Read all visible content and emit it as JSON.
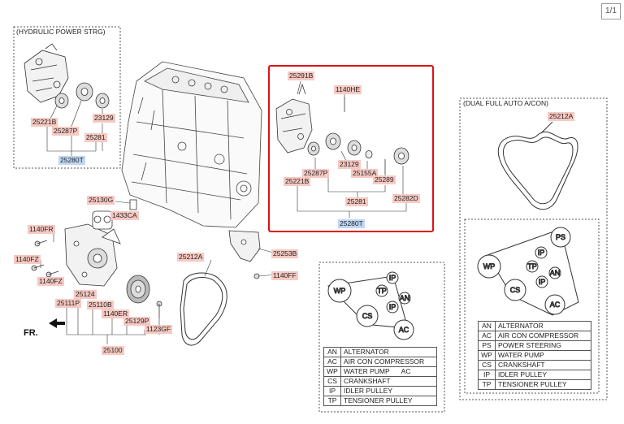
{
  "page_indicator": "1/1",
  "sections": {
    "hydraulic_title": "(HYDRULIC POWER STRG)",
    "dual_title": "(DUAL FULL AUTO A/CON)"
  },
  "direction_label": "FR.",
  "labels": {
    "hyd_25221B": "25221B",
    "hyd_25287P": "25287P",
    "hyd_23129": "23129",
    "hyd_25281": "25281",
    "hyd_25280T": "25280T",
    "c_25291B": "25291B",
    "c_1140HE": "1140HE",
    "c_25287P": "25287P",
    "c_23129": "23129",
    "c_25155A": "25155A",
    "c_25221B": "25221B",
    "c_25289": "25289",
    "c_25281": "25281",
    "c_25282D": "25282D",
    "c_25280T": "25280T",
    "e_25130G": "25130G",
    "e_1433CA": "1433CA",
    "e_1140FR": "1140FR",
    "e_1140FZ_a": "1140FZ",
    "e_1140FZ_b": "1140FZ",
    "e_25124": "25124",
    "e_25111P": "25111P",
    "e_25110B": "25110B",
    "e_1140ER": "1140ER",
    "e_25129P": "25129P",
    "e_1123GF": "1123GF",
    "e_25100": "25100",
    "e_25212A": "25212A",
    "e_25253B": "25253B",
    "e_1140FF": "1140FF",
    "d_25212A": "25212A"
  },
  "pulley_codes": {
    "wp": "WP",
    "tp": "TP",
    "ip": "IP",
    "cs": "CS",
    "an": "AN",
    "ac": "AC",
    "ps": "PS"
  },
  "legend_middle": [
    {
      "abbr": "AN",
      "desc": "ALTERNATOR"
    },
    {
      "abbr": "AC",
      "desc": "AIR CON COMPRESSOR"
    },
    {
      "abbr": "WP",
      "desc": "WATER PUMP",
      "extra": "AC"
    },
    {
      "abbr": "CS",
      "desc": "CRANKSHAFT"
    },
    {
      "abbr": "IP",
      "desc": "IDLER PULLEY"
    },
    {
      "abbr": "TP",
      "desc": "TENSIONER PULLEY"
    }
  ],
  "legend_right": [
    {
      "abbr": "AN",
      "desc": "ALTERNATOR"
    },
    {
      "abbr": "AC",
      "desc": "AIR CON COMPRESSOR"
    },
    {
      "abbr": "PS",
      "desc": "POWER STEERING"
    },
    {
      "abbr": "WP",
      "desc": "WATER PUMP"
    },
    {
      "abbr": "CS",
      "desc": "CRANKSHAFT"
    },
    {
      "abbr": "IP",
      "desc": "IDLER PULLEY"
    },
    {
      "abbr": "TP",
      "desc": "TENSIONER PULLEY"
    }
  ]
}
